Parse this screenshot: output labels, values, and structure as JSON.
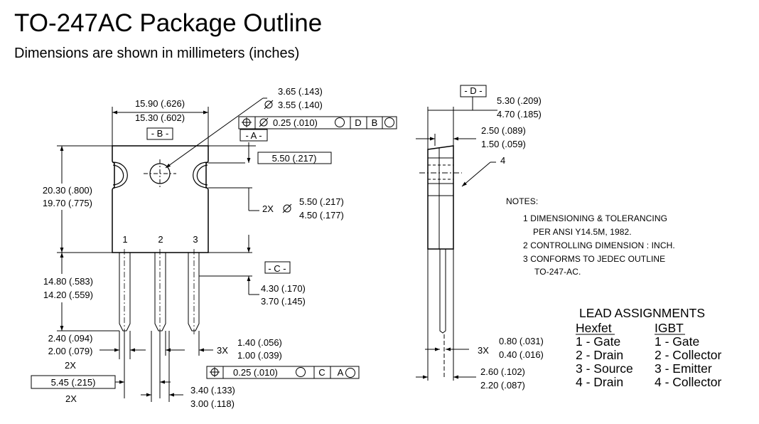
{
  "title": "TO-247AC Package Outline",
  "subtitle": "Dimensions are shown in millimeters (inches)",
  "datums": {
    "a": "- A -",
    "b": "- B -",
    "c": "- C -",
    "d": "- D -"
  },
  "front_view": {
    "width_max": "15.90 (.626)",
    "width_min": "15.30 (.602)",
    "hole_dia_max": "3.65 (.143)",
    "hole_dia_min": "3.55 (.140)",
    "hole_tolerance": "0.25 (.010)",
    "frame_d": "D",
    "frame_b": "B",
    "hole_pos_basic": "5.50 (.217)",
    "body_height_max": "20.30 (.800)",
    "body_height_min": "19.70 (.775)",
    "notch_count": "2X",
    "notch_max": "5.50 (.217)",
    "notch_min": "4.50 (.177)",
    "pin1": "1",
    "pin2": "2",
    "pin3": "3",
    "lead_len_max": "14.80 (.583)",
    "lead_len_min": "14.20 (.559)",
    "shoulder_max": "4.30 (.170)",
    "shoulder_min": "3.70 (.145)",
    "lead_w_max": "2.40 (.094)",
    "lead_w_min": "2.00 (.079)",
    "lead_w_count": "2X",
    "pitch_basic": "5.45 (.215)",
    "pitch_count": "2X",
    "lead_t_count": "3X",
    "lead_t_max": "1.40 (.056)",
    "lead_t_min": "1.00 (.039)",
    "lead_tolerance": "0.25 (.010)",
    "frame_c": "C",
    "frame_a": "A",
    "center_lead_max": "3.40 (.133)",
    "center_lead_min": "3.00 (.118)"
  },
  "side_view": {
    "thick_max": "5.30 (.209)",
    "thick_min": "4.70 (.185)",
    "tab_max": "2.50 (.089)",
    "tab_min": "1.50 (.059)",
    "callout": "4",
    "lead_count": "3X",
    "lead_max": "0.80 (.031)",
    "lead_min": "0.40 (.016)",
    "standoff_max": "2.60 (.102)",
    "standoff_min": "2.20 (.087)"
  },
  "notes": {
    "heading": "NOTES:",
    "lines": [
      "1  DIMENSIONING & TOLERANCING",
      "PER ANSI Y14.5M, 1982.",
      "2  CONTROLLING DIMENSION : INCH.",
      "3  CONFORMS TO JEDEC OUTLINE",
      "TO-247-AC."
    ]
  },
  "lead_assignments": {
    "heading": "LEAD ASSIGNMENTS",
    "col1_header": "Hexfet",
    "col2_header": "IGBT",
    "hexfet": [
      "1 - Gate",
      "2 - Drain",
      "3 - Source",
      "4 - Drain"
    ],
    "igbt": [
      "1 - Gate",
      "2 - Collector",
      "3 - Emitter",
      "4 - Collector"
    ]
  }
}
